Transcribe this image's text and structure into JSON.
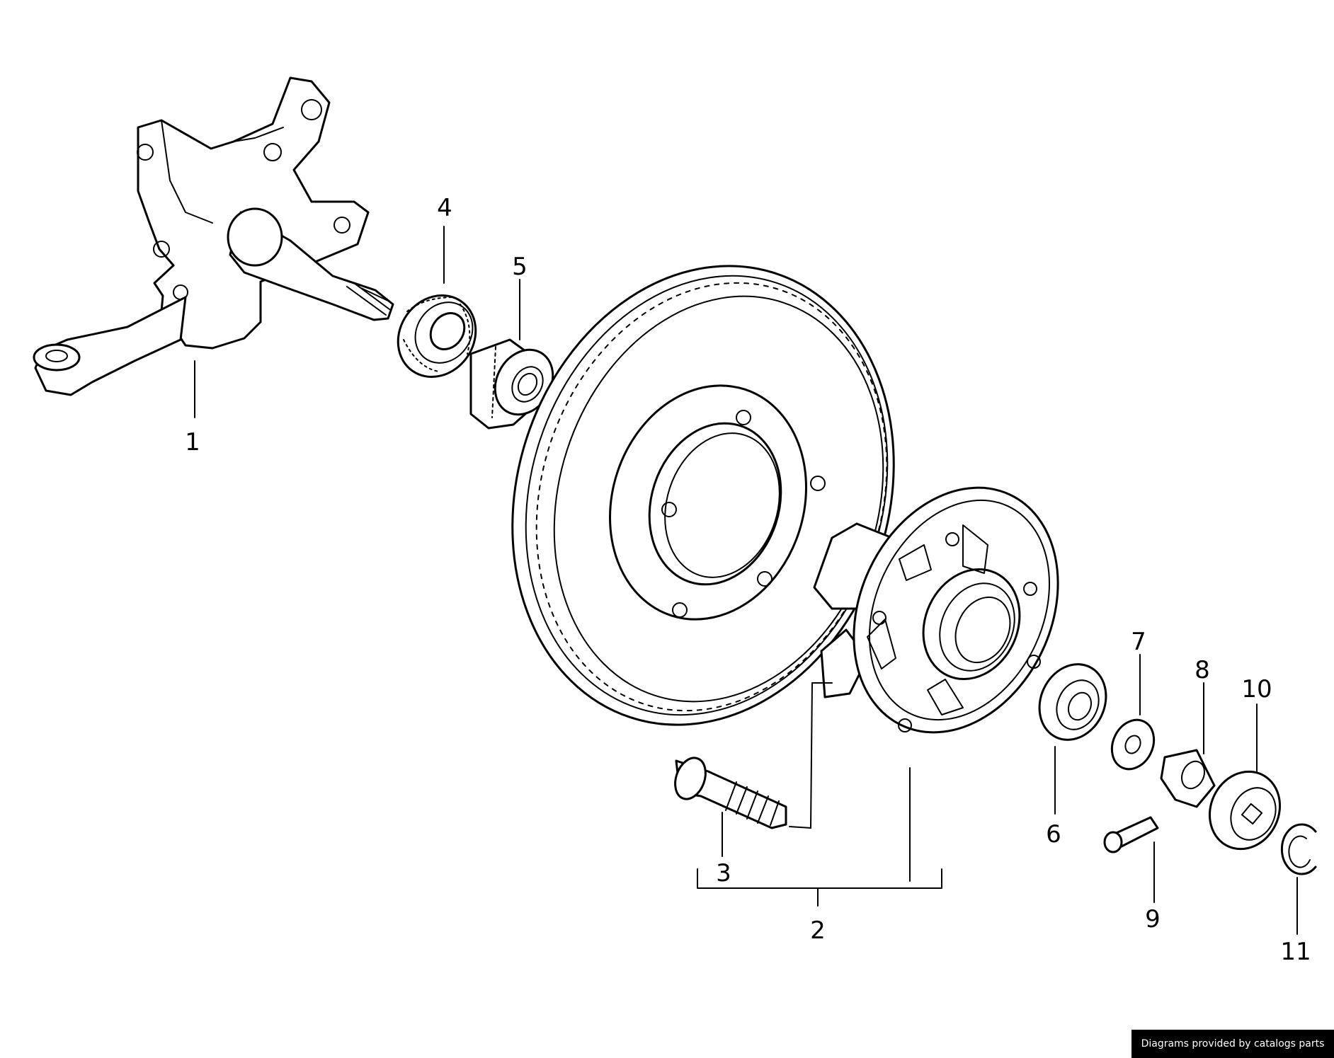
{
  "callouts": [
    {
      "id": "1",
      "label": "1"
    },
    {
      "id": "2",
      "label": "2"
    },
    {
      "id": "3",
      "label": "3"
    },
    {
      "id": "4",
      "label": "4"
    },
    {
      "id": "5",
      "label": "5"
    },
    {
      "id": "6",
      "label": "6"
    },
    {
      "id": "7",
      "label": "7"
    },
    {
      "id": "8",
      "label": "8"
    },
    {
      "id": "9",
      "label": "9"
    },
    {
      "id": "10",
      "label": "10"
    },
    {
      "id": "11",
      "label": "11"
    }
  ],
  "parts": [
    {
      "callout": "1",
      "icon": "steering-knuckle-icon"
    },
    {
      "callout": "2",
      "icon": "wheel-hub-assembly-icon"
    },
    {
      "callout": "3",
      "icon": "wheel-stud-icon"
    },
    {
      "callout": "4",
      "icon": "seal-ring-icon"
    },
    {
      "callout": "5",
      "icon": "inner-bearing-icon"
    },
    {
      "callout": "6",
      "icon": "outer-bearing-icon"
    },
    {
      "callout": "7",
      "icon": "thrust-washer-icon"
    },
    {
      "callout": "8",
      "icon": "clamp-nut-icon"
    },
    {
      "callout": "9",
      "icon": "screw-icon"
    },
    {
      "callout": "10",
      "icon": "hub-cap-icon"
    },
    {
      "callout": "11",
      "icon": "circlip-icon"
    }
  ],
  "footer": {
    "credit": "Diagrams provided by catalogs parts"
  }
}
